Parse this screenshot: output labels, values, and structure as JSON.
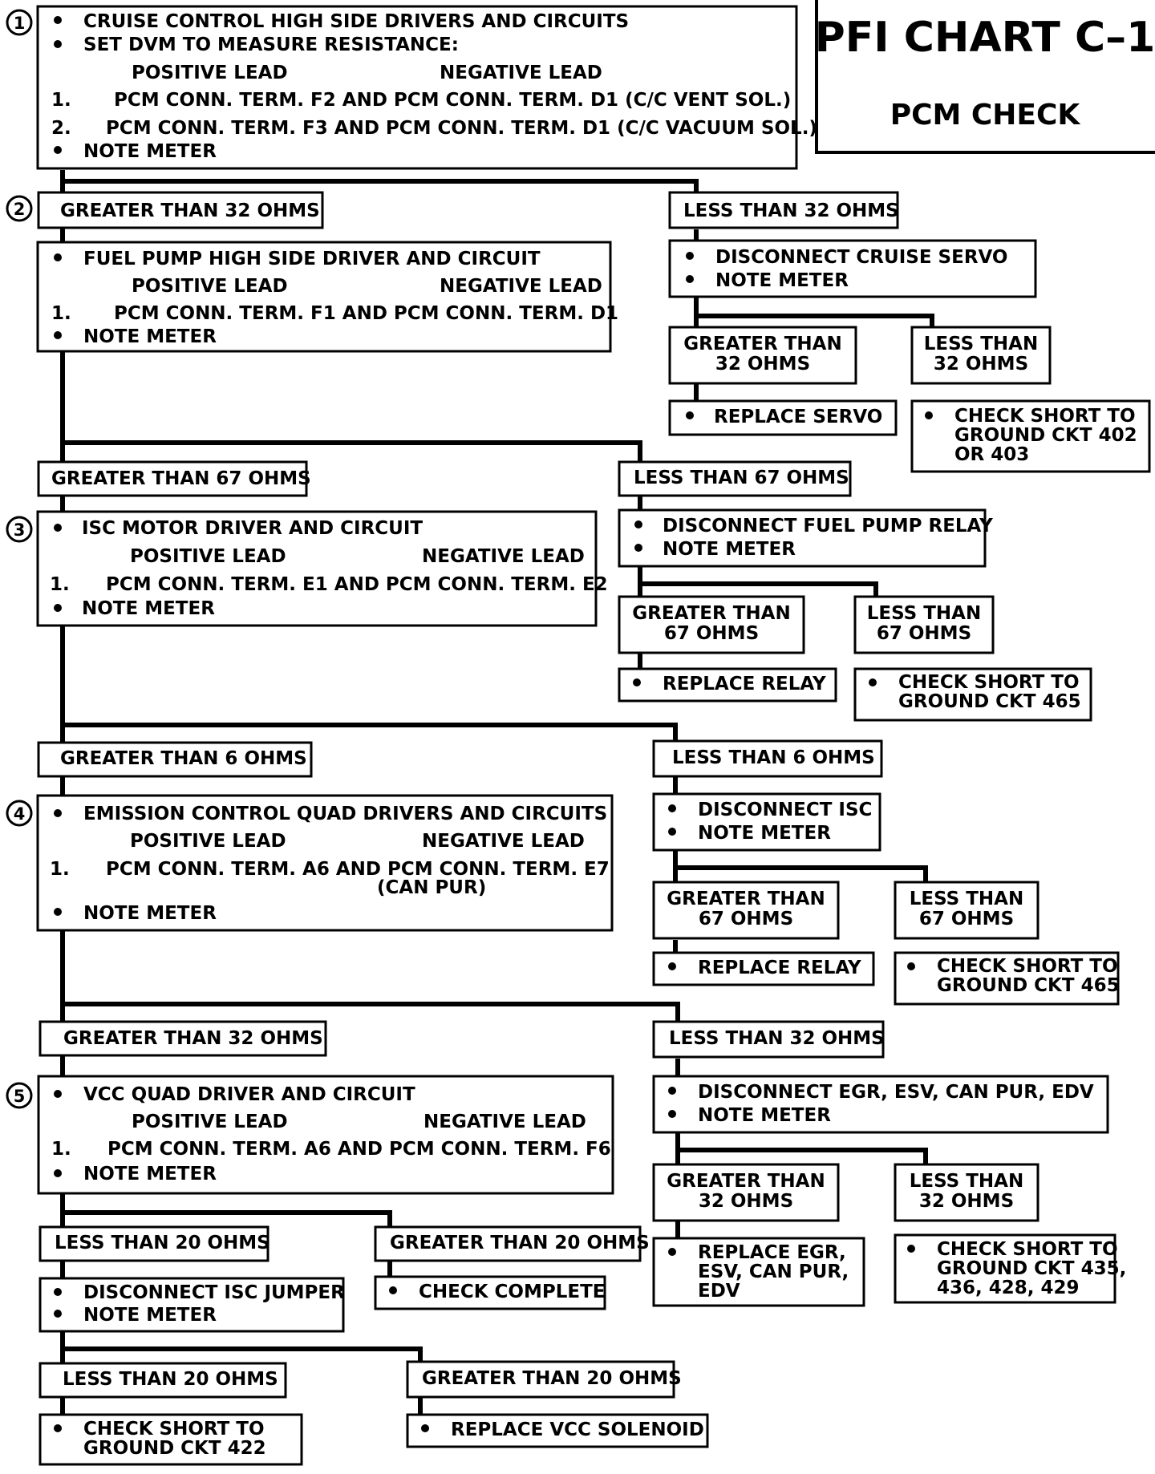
{
  "title": "PFI CHART C–1",
  "subtitle": "PCM CHECK",
  "steps": {
    "s1": {
      "num": "1",
      "lines": [
        "CRUISE CONTROL HIGH SIDE DRIVERS AND CIRCUITS",
        "SET DVM  TO MEASURE RESISTANCE:",
        "POSITIVE LEAD",
        "NEGATIVE LEAD",
        "1.",
        "PCM CONN. TERM. F2 AND PCM CONN. TERM. D1 (C/C VENT SOL.)",
        "2.",
        "PCM CONN. TERM. F3 AND PCM CONN. TERM. D1 (C/C VACUUM SOL.)",
        "NOTE METER"
      ]
    },
    "s2": {
      "num": "2",
      "lines": [
        "FUEL PUMP HIGH SIDE DRIVER AND CIRCUIT",
        "POSITIVE LEAD",
        "NEGATIVE LEAD",
        "1.",
        "PCM CONN. TERM. F1 AND PCM CONN. TERM. D1",
        "NOTE METER"
      ]
    },
    "s3": {
      "num": "3",
      "lines": [
        "ISC MOTOR DRIVER AND CIRCUIT",
        "POSITIVE LEAD",
        "NEGATIVE LEAD",
        "1.",
        "PCM CONN. TERM. E1 AND PCM CONN. TERM. E2",
        "NOTE  METER"
      ]
    },
    "s4": {
      "num": "4",
      "lines": [
        "EMISSION CONTROL QUAD DRIVERS AND CIRCUITS",
        "POSITIVE LEAD",
        "NEGATIVE LEAD",
        "1.",
        "PCM CONN. TERM. A6 AND PCM CONN. TERM. E7",
        "(CAN PUR)",
        "NOTE  METER"
      ]
    },
    "s5": {
      "num": "5",
      "lines": [
        "VCC QUAD DRIVER AND CIRCUIT",
        "POSITIVE LEAD",
        "NEGATIVE LEAD",
        "1.",
        "PCM CONN. TERM. A6 AND PCM CONN. TERM. F6",
        "NOTE  METER"
      ]
    }
  },
  "labels": {
    "gt32": "GREATER THAN 32 OHMS",
    "lt32": "LESS THAN 32 OHMS",
    "gt67": "GREATER THAN 67 OHMS",
    "lt67": "LESS THAN 67 OHMS",
    "gt6": "GREATER THAN 6 OHMS",
    "lt6": "LESS THAN 6 OHMS",
    "gt20": "GREATER THAN 20 OHMS",
    "lt20": "LESS THAN 20 OHMS",
    "gt_than": "GREATER THAN",
    "lt_than": "LESS THAN",
    "ohms32": "32 OHMS",
    "ohms67": "67 OHMS",
    "ohms67b": "67 OHMS",
    "note_meter": "NOTE METER",
    "note_meter2": "NOTE  METER"
  },
  "actions": {
    "disc_servo": "DISCONNECT CRUISE SERVO",
    "replace_servo": "REPLACE  SERVO",
    "check_402": [
      "CHECK SHORT TO",
      "GROUND CKT 402",
      "OR 403"
    ],
    "disc_fp_relay": "DISCONNECT FUEL PUMP RELAY",
    "replace_relay": "REPLACE  RELAY",
    "check_465": [
      "CHECK SHORT TO",
      "GROUND CKT 465"
    ],
    "disc_isc": "DISCONNECT ISC",
    "disc_egr": "DISCONNECT EGR, ESV, CAN PUR, EDV",
    "replace_egr": [
      "REPLACE  EGR,",
      "ESV, CAN PUR,",
      "EDV"
    ],
    "check_435": [
      "CHECK SHORT TO",
      "GROUND CKT 435,",
      "436, 428, 429"
    ],
    "disc_isc_jumper": "DISCONNECT ISC JUMPER",
    "check_complete": "CHECK COMPLETE",
    "check_422": [
      "CHECK SHORT TO",
      "GROUND CKT 422"
    ],
    "replace_vcc": "REPLACE VCC SOLENOID"
  }
}
